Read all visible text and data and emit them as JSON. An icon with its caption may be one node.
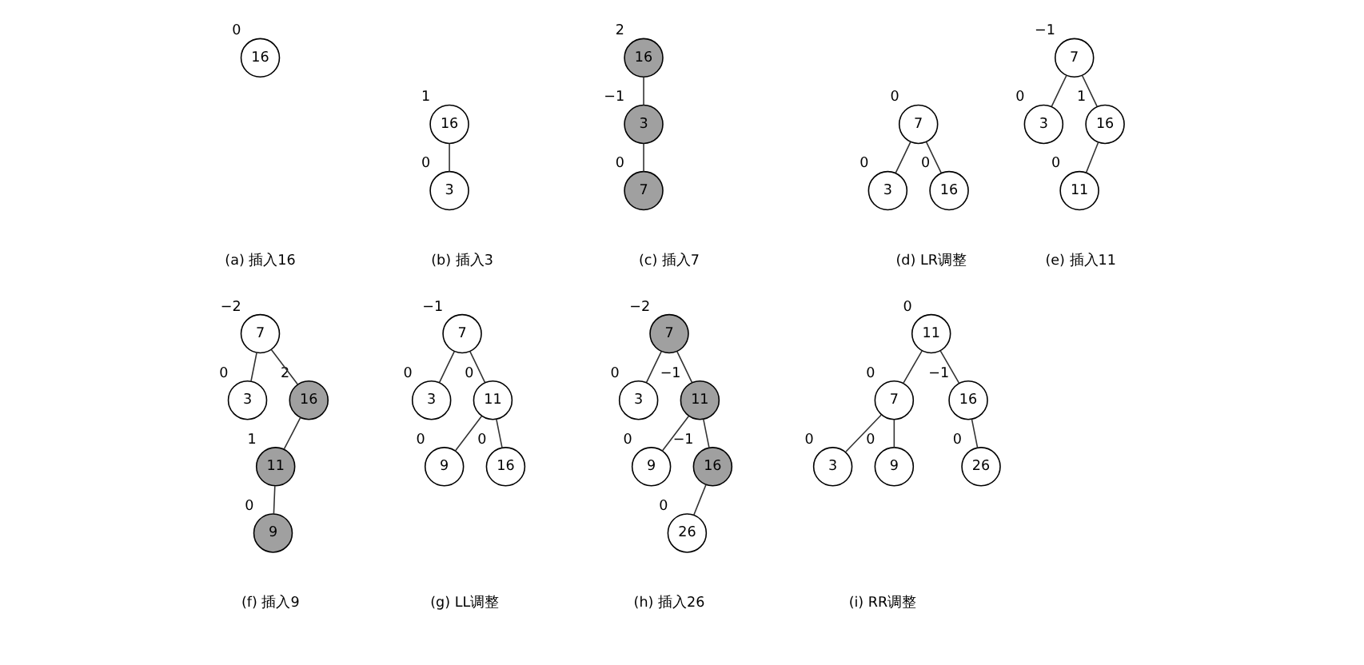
{
  "diagram": {
    "nodes": [
      {
        "text": [
          "16"
        ],
        "beside": [
          "0"
        ]
      },
      {
        "text": [
          "16"
        ],
        "beside": [
          "1"
        ]
      },
      {
        "text": [
          "3"
        ],
        "beside": [
          "0"
        ]
      },
      {
        "text": [
          "16"
        ],
        "beside": [
          "2"
        ]
      },
      {
        "text": [
          "3"
        ],
        "beside": [
          "−1"
        ]
      },
      {
        "text": [
          "7"
        ],
        "beside": [
          "0"
        ]
      },
      {
        "text": [
          "7"
        ],
        "beside": [
          "0"
        ]
      },
      {
        "text": [
          "3"
        ],
        "beside": [
          "0"
        ]
      },
      {
        "text": [
          "16"
        ],
        "beside": [
          "0"
        ]
      },
      {
        "text": [
          "7"
        ],
        "beside": [
          "−1"
        ]
      },
      {
        "text": [
          "3"
        ],
        "beside": [
          "0"
        ]
      },
      {
        "text": [
          "16"
        ],
        "beside": [
          "1"
        ]
      },
      {
        "text": [
          "11"
        ],
        "beside": [
          "0"
        ]
      },
      {
        "text": [
          "7"
        ],
        "beside": [
          "−2"
        ]
      },
      {
        "text": [
          "3"
        ],
        "beside": [
          "0"
        ]
      },
      {
        "text": [
          "16"
        ],
        "beside": [
          "2"
        ]
      },
      {
        "text": [
          "11"
        ],
        "beside": [
          "1"
        ]
      },
      {
        "text": [
          "9"
        ],
        "beside": [
          "0"
        ]
      },
      {
        "text": [
          "7"
        ],
        "beside": [
          "−1"
        ]
      },
      {
        "text": [
          "3"
        ],
        "beside": [
          "0"
        ]
      },
      {
        "text": [
          "11"
        ],
        "beside": [
          "0"
        ]
      },
      {
        "text": [
          "9"
        ],
        "beside": [
          "0"
        ]
      },
      {
        "text": [
          "16"
        ],
        "beside": [
          "0"
        ]
      },
      {
        "text": [
          "7"
        ],
        "beside": [
          "−2"
        ]
      },
      {
        "text": [
          "3"
        ],
        "beside": [
          "0"
        ]
      },
      {
        "text": [
          "11"
        ],
        "beside": [
          "−1"
        ]
      },
      {
        "text": [
          "9"
        ],
        "beside": [
          "0"
        ]
      },
      {
        "text": [
          "16"
        ],
        "beside": [
          "−1"
        ]
      },
      {
        "text": [
          "26"
        ],
        "beside": [
          "0"
        ]
      },
      {
        "text": [
          "11"
        ],
        "beside": [
          "0"
        ]
      },
      {
        "text": [
          "7"
        ],
        "beside": [
          "0"
        ]
      },
      {
        "text": [
          "16"
        ],
        "beside": [
          "−1"
        ]
      },
      {
        "text": [
          "3"
        ],
        "beside": [
          "0"
        ]
      },
      {
        "text": [
          "9"
        ],
        "beside": [
          "0"
        ]
      },
      {
        "text": [
          "26"
        ],
        "beside": [
          "0"
        ]
      }
    ],
    "edges": [
      {
        "from": 1,
        "to": 2,
        "arrow": "none"
      },
      {
        "from": 3,
        "to": 4,
        "arrow": "none"
      },
      {
        "from": 4,
        "to": 5,
        "arrow": "none"
      },
      {
        "from": 6,
        "to": 7,
        "arrow": "none"
      },
      {
        "from": 6,
        "to": 8,
        "arrow": "none"
      },
      {
        "from": 9,
        "to": 10,
        "arrow": "none"
      },
      {
        "from": 9,
        "to": 11,
        "arrow": "none"
      },
      {
        "from": 11,
        "to": 12,
        "arrow": "none"
      },
      {
        "from": 13,
        "to": 14,
        "arrow": "none"
      },
      {
        "from": 13,
        "to": 15,
        "arrow": "none"
      },
      {
        "from": 15,
        "to": 16,
        "arrow": "none"
      },
      {
        "from": 16,
        "to": 17,
        "arrow": "none"
      },
      {
        "from": 18,
        "to": 19,
        "arrow": "none"
      },
      {
        "from": 18,
        "to": 20,
        "arrow": "none"
      },
      {
        "from": 20,
        "to": 21,
        "arrow": "none"
      },
      {
        "from": 20,
        "to": 22,
        "arrow": "none"
      },
      {
        "from": 23,
        "to": 24,
        "arrow": "none"
      },
      {
        "from": 23,
        "to": 25,
        "arrow": "none"
      },
      {
        "from": 25,
        "to": 26,
        "arrow": "none"
      },
      {
        "from": 25,
        "to": 27,
        "arrow": "none"
      },
      {
        "from": 27,
        "to": 28,
        "arrow": "none"
      },
      {
        "from": 29,
        "to": 30,
        "arrow": "none"
      },
      {
        "from": 29,
        "to": 31,
        "arrow": "none"
      },
      {
        "from": 30,
        "to": 32,
        "arrow": "none"
      },
      {
        "from": 30,
        "to": 33,
        "arrow": "none"
      },
      {
        "from": 31,
        "to": 34,
        "arrow": "none"
      }
    ],
    "labels": [
      "(a) 插入16",
      "(b) 插入3",
      "(c) 插入7",
      "(d) LR调整",
      "(e) 插入11",
      "(f) 插入9",
      "(g) LL调整",
      "(h) 插入26",
      "(i) RR调整"
    ]
  }
}
